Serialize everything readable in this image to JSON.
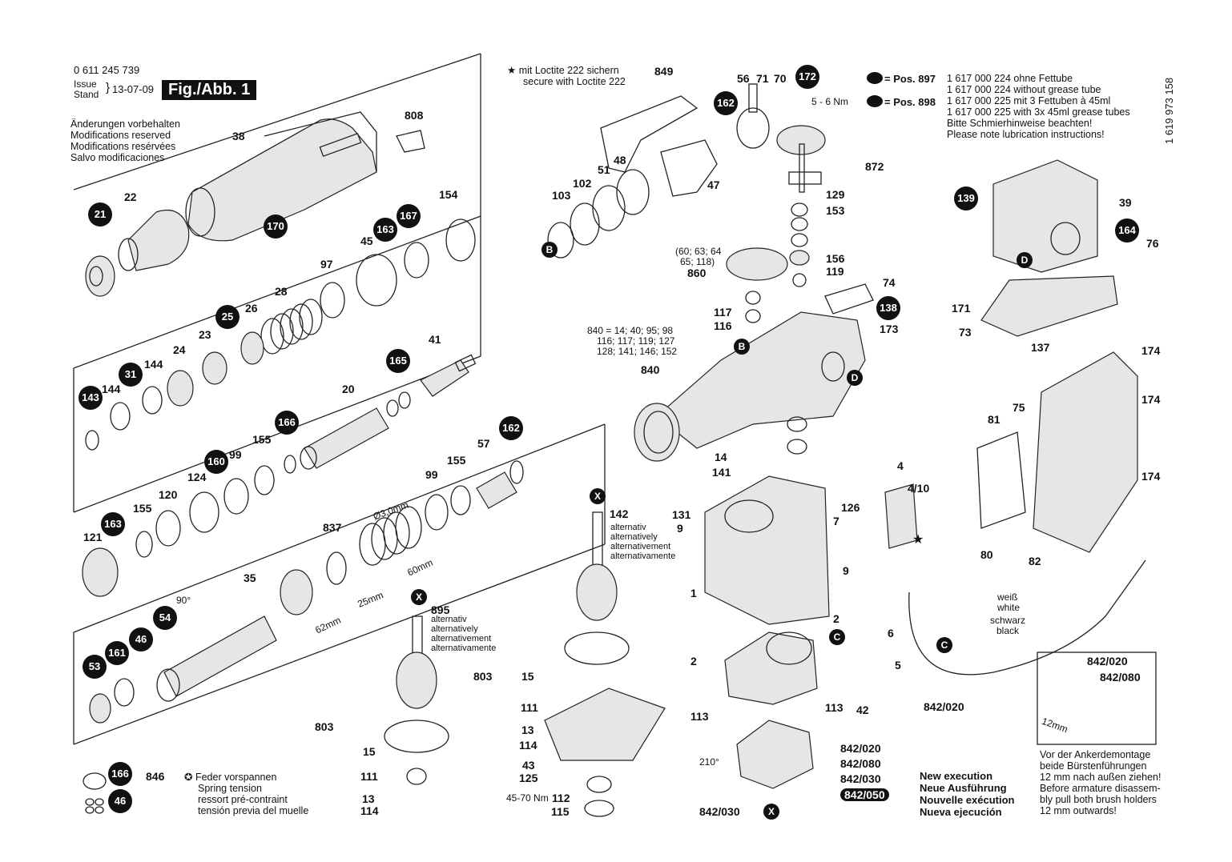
{
  "header": {
    "part_number": "0 611 245 739",
    "issue_label": "Issue",
    "stand_label": "Stand",
    "date": "13-07-09",
    "fig_label": "Fig./Abb. 1",
    "changes": [
      "Änderungen vorbehalten",
      "Modifications reserved",
      "Modifications resérvées",
      "Salvo modificaciones"
    ],
    "loctite": [
      "mit Loctite 222 sichern",
      "secure with Loctite 222"
    ],
    "doc_number": "1 619 973 158"
  },
  "lubrication": {
    "pos897_label": "= Pos. 897",
    "pos898_label": "= Pos. 898",
    "lines": [
      "1 617 000 224 ohne Fettube",
      "1 617 000 224 without grease tube",
      "1 617 000 225 mit 3 Fettuben à 45ml",
      "1 617 000 225 with 3x 45ml grease tubes",
      "Bitte Schmierhinweise beachten!",
      "Please note lubrication instructions!"
    ]
  },
  "notes": {
    "spring": [
      "Feder vorspannen",
      "Spring tension",
      "ressort pré-contraint",
      "tensión previa del muelle"
    ],
    "alternativ": [
      "alternativ",
      "alternatively",
      "alternativement",
      "alternativamente"
    ],
    "new_execution": [
      "New execution",
      "Neue Ausführung",
      "Nouvelle exécution",
      "Nueva ejecución"
    ],
    "armature": [
      "Vor der Ankerdemontage",
      "beide Bürstenführungen",
      "12 mm nach außen ziehen!",
      "Before armature disassem-",
      "bly pull both brush holders",
      "12 mm outwards!"
    ],
    "pos840": [
      "840 = 14; 40; 95; 98",
      "116; 117; 119; 127",
      "128; 141; 146; 152"
    ],
    "pos860": [
      "(60; 63; 64",
      "65; 118)"
    ],
    "weiss": [
      "weiß",
      "white"
    ],
    "schwarz": [
      "schwarz",
      "black"
    ],
    "torque1": "5 - 6 Nm",
    "torque2": "45-70 Nm",
    "dia": "Ø3,0mm",
    "m62": "62mm",
    "m25": "25mm",
    "m60": "60mm",
    "m12": "12mm",
    "angle90": "90°",
    "angle210": "210°"
  },
  "circled": [
    {
      "t": "21"
    },
    {
      "t": "170"
    },
    {
      "t": "163"
    },
    {
      "t": "167"
    },
    {
      "t": "25"
    },
    {
      "t": "31"
    },
    {
      "t": "143"
    },
    {
      "t": "165"
    },
    {
      "t": "166"
    },
    {
      "t": "160"
    },
    {
      "t": "163"
    },
    {
      "t": "162"
    },
    {
      "t": "54"
    },
    {
      "t": "46"
    },
    {
      "t": "161"
    },
    {
      "t": "53"
    },
    {
      "t": "166"
    },
    {
      "t": "46"
    },
    {
      "t": "172"
    },
    {
      "t": "162"
    },
    {
      "t": "139"
    },
    {
      "t": "164"
    },
    {
      "t": "138"
    }
  ],
  "letters": [
    "B",
    "B",
    "D",
    "D",
    "C",
    "C",
    "X",
    "X",
    "X"
  ],
  "labels": {
    "l38": "38",
    "l808": "808",
    "l22": "22",
    "l154": "154",
    "l45": "45",
    "l97": "97",
    "l28": "28",
    "l26": "26",
    "l23": "23",
    "l24": "24",
    "l144a": "144",
    "l144b": "144",
    "l41": "41",
    "l20": "20",
    "l155a": "155",
    "l99a": "99",
    "l124": "124",
    "l120": "120",
    "l155b": "155",
    "l121": "121",
    "l837": "837",
    "l57": "57",
    "l99b": "99",
    "l155c": "155",
    "l35": "35",
    "l846": "846",
    "l849": "849",
    "l56": "56",
    "l71": "71",
    "l70": "70",
    "l48": "48",
    "l51": "51",
    "l102": "102",
    "l103": "103",
    "l47": "47",
    "l872": "872",
    "l129": "129",
    "l153": "153",
    "l156": "156",
    "l119": "119",
    "l860": "860",
    "l74": "74",
    "l117": "117",
    "l116": "116",
    "l173": "173",
    "l840": "840",
    "l14": "14",
    "l141": "141",
    "l131": "131",
    "l9a": "9",
    "l126": "126",
    "l7": "7",
    "l9b": "9",
    "l1": "1",
    "l142": "142",
    "l895": "895",
    "l803a": "803",
    "l803b": "803",
    "l15a": "15",
    "l15b": "15",
    "l111a": "111",
    "l111b": "111",
    "l13a": "13",
    "l13b": "13",
    "l114a": "114",
    "l114b": "114",
    "l43": "43",
    "l125": "125",
    "l112": "112",
    "l115": "115",
    "l2a": "2",
    "l2b": "2",
    "l113a": "113",
    "l113b": "113",
    "l42": "42",
    "l842_020": "842/020",
    "l842_080": "842/080",
    "l842_030": "842/030",
    "l842_050": "842/050",
    "l842_030b": "842/030",
    "l39": "39",
    "l76": "76",
    "l171": "171",
    "l73": "73",
    "l137": "137",
    "l174a": "174",
    "l174b": "174",
    "l174c": "174",
    "l75": "75",
    "l81": "81",
    "l4": "4",
    "l410": "4/10",
    "l80": "80",
    "l82": "82",
    "l6": "6",
    "l5": "5",
    "l842_020b": "842/020",
    "l842_020c": "842/020",
    "l842_080b": "842/080"
  }
}
